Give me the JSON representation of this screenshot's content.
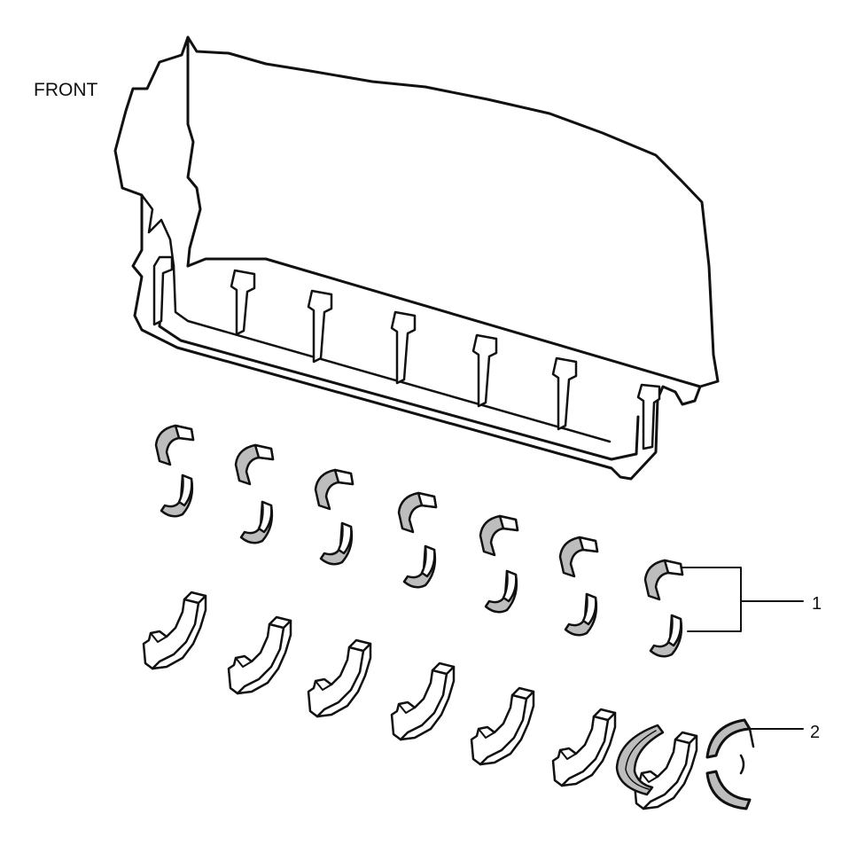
{
  "labels": {
    "front": "FRONT",
    "callout_1": "1",
    "callout_2": "2"
  },
  "colors": {
    "ink": "#111111",
    "paper": "#ffffff",
    "shade": "#bdbdbd"
  },
  "parts": {
    "bearing_shell_pairs": 7,
    "bearing_caps": 7,
    "thrust_washers": 2
  }
}
